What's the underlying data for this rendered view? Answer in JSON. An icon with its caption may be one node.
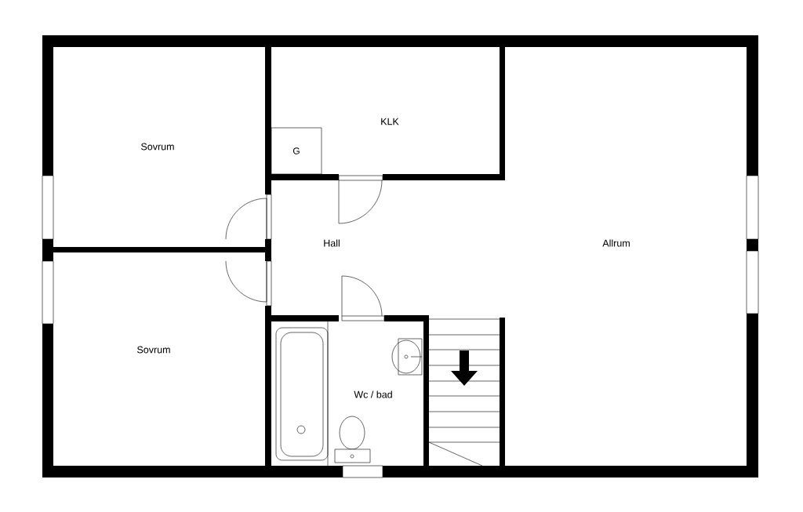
{
  "diagram": {
    "nodes": [
      {
        "text": [
          "G"
        ]
      }
    ],
    "labels": [
      "KLK",
      "Sovrum",
      "Hall",
      "Allrum",
      "Sovrum",
      "Wc / bad"
    ]
  }
}
